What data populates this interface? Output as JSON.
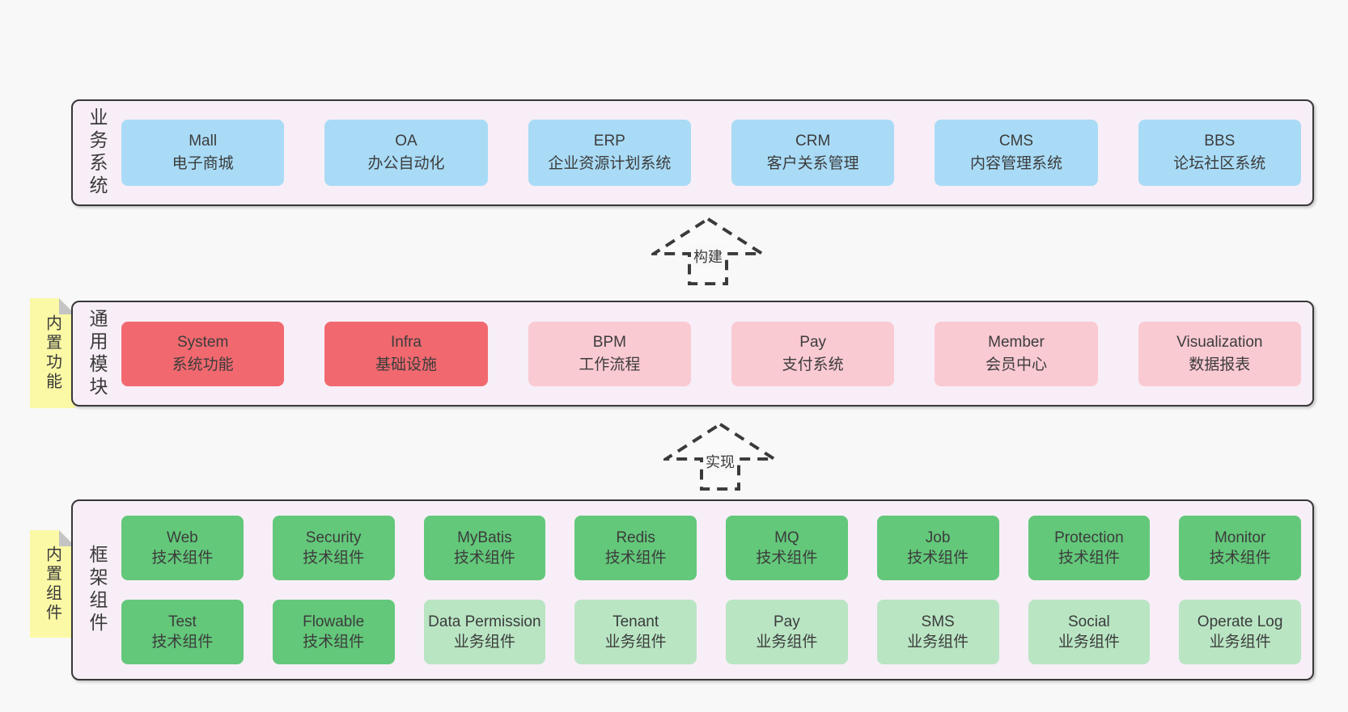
{
  "diagram": {
    "business": {
      "label": "业务系统",
      "boxes": [
        {
          "en": "Mall",
          "zh": "电子商城",
          "variant": "blue"
        },
        {
          "en": "OA",
          "zh": "办公自动化",
          "variant": "blue"
        },
        {
          "en": "ERP",
          "zh": "企业资源计划系统",
          "variant": "blue"
        },
        {
          "en": "CRM",
          "zh": "客户关系管理",
          "variant": "blue"
        },
        {
          "en": "CMS",
          "zh": "内容管理系统",
          "variant": "blue"
        },
        {
          "en": "BBS",
          "zh": "论坛社区系统",
          "variant": "blue"
        }
      ]
    },
    "arrow_build": {
      "label": "构建"
    },
    "modules": {
      "tag": "内置功能",
      "label": "通用模块",
      "boxes": [
        {
          "en": "System",
          "zh": "系统功能",
          "variant": "red"
        },
        {
          "en": "Infra",
          "zh": "基础设施",
          "variant": "red"
        },
        {
          "en": "BPM",
          "zh": "工作流程",
          "variant": "pink"
        },
        {
          "en": "Pay",
          "zh": "支付系统",
          "variant": "pink"
        },
        {
          "en": "Member",
          "zh": "会员中心",
          "variant": "pink"
        },
        {
          "en": "Visualization",
          "zh": "数据报表",
          "variant": "pink"
        }
      ]
    },
    "arrow_implement": {
      "label": "实现"
    },
    "components": {
      "tag": "内置组件",
      "label": "框架组件",
      "row1": [
        {
          "en": "Web",
          "zh": "技术组件",
          "variant": "green"
        },
        {
          "en": "Security",
          "zh": "技术组件",
          "variant": "green"
        },
        {
          "en": "MyBatis",
          "zh": "技术组件",
          "variant": "green"
        },
        {
          "en": "Redis",
          "zh": "技术组件",
          "variant": "green"
        },
        {
          "en": "MQ",
          "zh": "技术组件",
          "variant": "green"
        },
        {
          "en": "Job",
          "zh": "技术组件",
          "variant": "green"
        },
        {
          "en": "Protection",
          "zh": "技术组件",
          "variant": "green"
        },
        {
          "en": "Monitor",
          "zh": "技术组件",
          "variant": "green"
        }
      ],
      "row2": [
        {
          "en": "Test",
          "zh": "技术组件",
          "variant": "green"
        },
        {
          "en": "Flowable",
          "zh": "技术组件",
          "variant": "green"
        },
        {
          "en": "Data Permission",
          "zh": "业务组件",
          "variant": "lgreen"
        },
        {
          "en": "Tenant",
          "zh": "业务组件",
          "variant": "lgreen"
        },
        {
          "en": "Pay",
          "zh": "业务组件",
          "variant": "lgreen"
        },
        {
          "en": "SMS",
          "zh": "业务组件",
          "variant": "lgreen"
        },
        {
          "en": "Social",
          "zh": "业务组件",
          "variant": "lgreen"
        },
        {
          "en": "Operate Log",
          "zh": "业务组件",
          "variant": "lgreen"
        }
      ]
    },
    "colors": {
      "page_bg": "#f8f8f8",
      "container_bg": "#f8eef7",
      "container_border": "#383838",
      "business_box": "#a9dbf6",
      "core_module_box": "#f1696f",
      "optional_module_box": "#facad3",
      "tech_component_box": "#63c87a",
      "biz_component_box": "#b9e5c3",
      "tag_bg": "#fbf9a5",
      "tag_fold": "#c4c4c4",
      "text": "#3a3a3a"
    }
  }
}
